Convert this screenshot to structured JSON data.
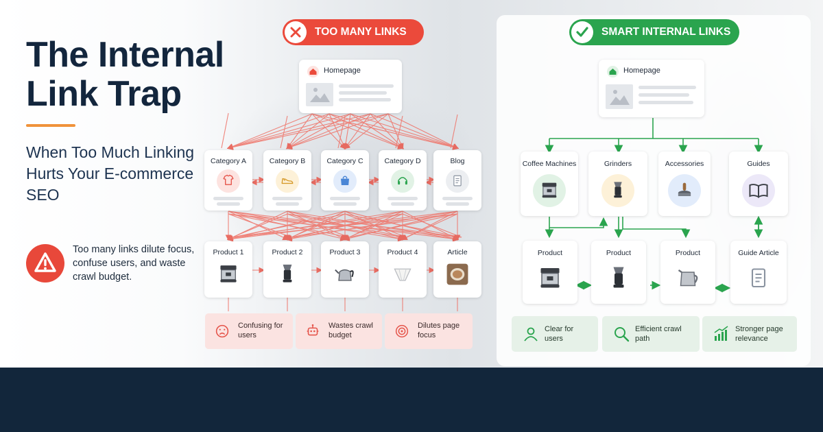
{
  "title": "The Internal Link Trap",
  "subtitle": "When Too Much Linking Hurts Your E-commerce SEO",
  "warning": "Too many links dilute focus, confuse users, and waste crawl budget.",
  "colors": {
    "navy": "#13263d",
    "accent": "#f0923a",
    "red": "#eb4a3b",
    "green": "#2aa44e"
  },
  "bad": {
    "label": "TOO MANY LINKS",
    "homepage": "Homepage",
    "categories": [
      {
        "label": "Category A",
        "icon": "tshirt-icon"
      },
      {
        "label": "Category B",
        "icon": "shoe-icon"
      },
      {
        "label": "Category C",
        "icon": "shopping-bag-icon"
      },
      {
        "label": "Category D",
        "icon": "headphones-icon"
      },
      {
        "label": "Blog",
        "icon": "document-icon"
      }
    ],
    "products": [
      {
        "label": "Product 1",
        "icon": "espresso-machine-icon"
      },
      {
        "label": "Product 2",
        "icon": "grinder-icon"
      },
      {
        "label": "Product 3",
        "icon": "kettle-icon"
      },
      {
        "label": "Product 4",
        "icon": "filter-icon"
      },
      {
        "label": "Article",
        "icon": "coffee-cup-icon"
      }
    ],
    "issues": [
      {
        "label": "Confusing for users",
        "icon": "sad-face-icon"
      },
      {
        "label": "Wastes crawl budget",
        "icon": "robot-icon"
      },
      {
        "label": "Dilutes page focus",
        "icon": "target-icon"
      }
    ]
  },
  "good": {
    "label": "SMART INTERNAL LINKS",
    "homepage": "Homepage",
    "categories": [
      {
        "label": "Coffee Machines",
        "icon": "espresso-machine-icon"
      },
      {
        "label": "Grinders",
        "icon": "grinder-icon"
      },
      {
        "label": "Accessories",
        "icon": "tamper-icon"
      },
      {
        "label": "Guides",
        "icon": "book-icon"
      }
    ],
    "products": [
      {
        "label": "Product",
        "icon": "espresso-machine-icon"
      },
      {
        "label": "Product",
        "icon": "grinder-icon"
      },
      {
        "label": "Product",
        "icon": "milk-pitcher-icon"
      },
      {
        "label": "Guide Article",
        "icon": "document-icon"
      }
    ],
    "benefits": [
      {
        "label": "Clear for users",
        "icon": "user-icon"
      },
      {
        "label": "Efficient crawl path",
        "icon": "search-icon"
      },
      {
        "label": "Stronger page relevance",
        "icon": "growth-chart-icon"
      }
    ]
  }
}
